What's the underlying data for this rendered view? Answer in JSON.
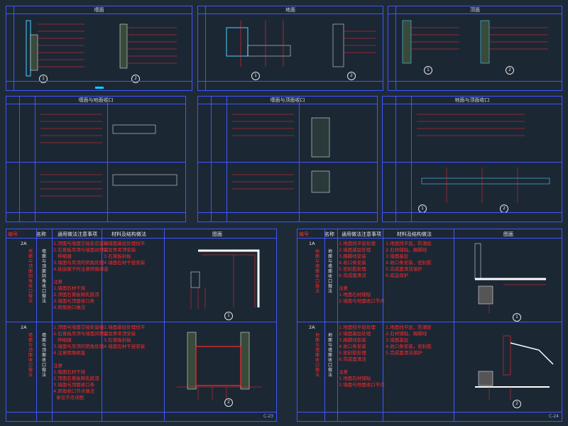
{
  "sheets": {
    "top": [
      "墙面",
      "地面",
      "顶面"
    ],
    "mid": [
      "墙面与地面收口",
      "墙面与顶面收口",
      "地面与顶面收口"
    ]
  },
  "bottom_left": {
    "header": {
      "code": "编号",
      "name": "名称",
      "attention": "通用做法注意事项",
      "material": "材料及结构做法",
      "drawing": "图面"
    },
    "rows": [
      {
        "code": "2A",
        "name": "墙面与顶面阴角收口做法",
        "attention": "1.顶面与墙面交接处应留缝\n2.石膏板吊顶与墙面间预留\n   伸缩缝\n3.墙面与吊顶的阴角处理\n4.批嵌腻子时注意阴角顺直\n\n注意\n1.墙面石材干挂\n2.顶面石膏板刷乳胶漆\n3.墙面与顶面收口条\n4.阴角收口做法",
        "material": "1.墙面基层处理找平\n2.龙骨吊顶安装\n3.石膏板封板\n4.墙面石材干挂安装"
      },
      {
        "code": "2A",
        "name": "墙面与顶面收口做法",
        "attention": "1.顶面与墙面交接处留缝\n2.石膏板吊顶与墙面间预留\n   伸缩缝\n3.墙面与吊顶的阴角处理\n4.注意阴角顺直\n\n注意\n1.墙面石材干挂\n2.顶面石膏板刷乳胶漆\n3.墙面与顶面收口条\n4.阴角收口节点做法\n  参见节点详图",
        "material": "1.墙面基层处理找平\n2.龙骨吊顶安装\n3.石膏板封板\n4.墙面石材干挂安装"
      }
    ],
    "footer": {
      "page": "C-23"
    }
  },
  "bottom_right": {
    "header": {
      "code": "编号",
      "name": "名称",
      "attention": "通用做法注意事项",
      "material": "材料及结构做法",
      "drawing": "图面"
    },
    "rows": [
      {
        "code": "1A",
        "name": "地面与墙面收口做法",
        "attention": "1.地面找平层处理\n2.墙面基层处理\n3.踢脚线安装\n4.收口条安装\n5.密封胶处理\n6.完成面清洁\n\n注意\n1.地面石材铺贴\n2.墙面与地面收口节点",
        "material": "1.地面找平层，防潮层\n2.石材铺贴，踢脚线\n3.墙面基层\n4.收口条安装，密封胶\n5.完成面清洁保护\n6.成品保护"
      },
      {
        "code": "2A",
        "name": "地面与墙面收口做法",
        "attention": "1.地面找平层处理\n2.墙面基层处理\n3.踢脚线安装\n4.收口条安装\n5.密封胶处理\n6.完成面清洁\n\n注意\n1.地面石材铺贴\n2.墙面与地面收口节点",
        "material": "1.地面找平层，防潮层\n2.石材铺贴，踢脚线\n3.墙面基层\n4.收口条安装，密封胶\n5.完成面清洁保护"
      }
    ],
    "footer": {
      "page": "C-24"
    }
  },
  "colors": {
    "background": "#1f2a37",
    "frame": "#3f56ff",
    "annotation": "#ff2b2b",
    "accent": "#00d4ff",
    "text": "#e6e6e6"
  }
}
